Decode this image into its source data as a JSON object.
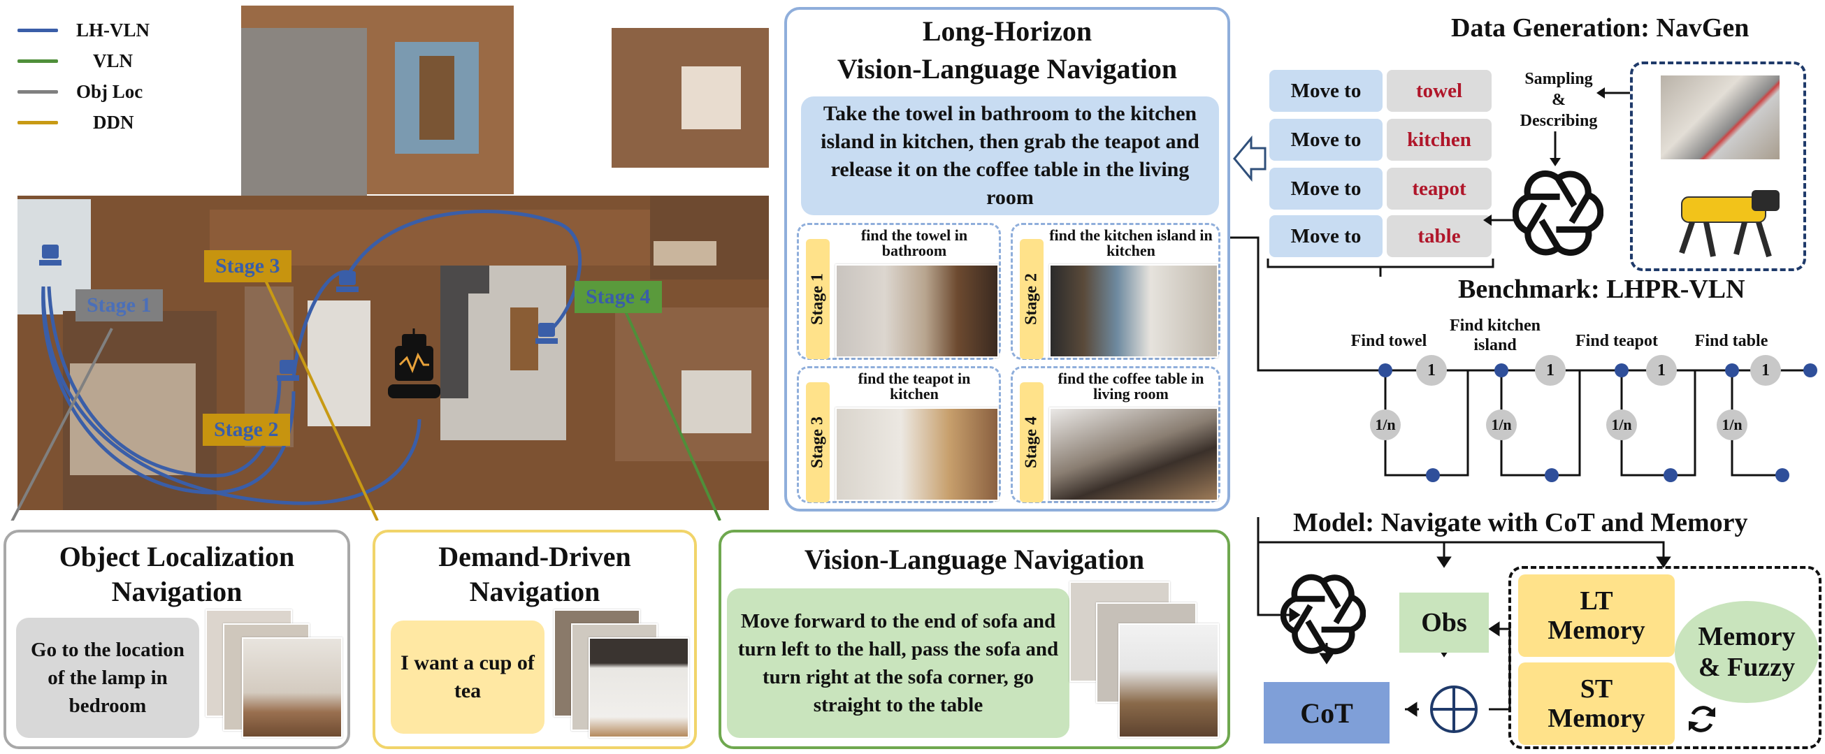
{
  "legend": [
    {
      "label": "LH-VLN",
      "color": "#3a5ea8"
    },
    {
      "label": "VLN",
      "color": "#4f8f3a"
    },
    {
      "label": "Obj Loc",
      "color": "#808080"
    },
    {
      "label": "DDN",
      "color": "#c89a14"
    }
  ],
  "stages": {
    "s1": "Stage 1",
    "s2": "Stage 2",
    "s3": "Stage 3",
    "s4": "Stage 4"
  },
  "lhvln": {
    "title_line1": "Long-Horizon",
    "title_line2": "Vision-Language Navigation",
    "instruction": "Take the towel in bathroom to the kitchen island in kitchen, then grab the teapot and release it on the coffee table in the living room",
    "substages": [
      {
        "label": "Stage 1",
        "caption": "find the towel in bathroom"
      },
      {
        "label": "Stage 2",
        "caption": "find the kitchen island in kitchen"
      },
      {
        "label": "Stage 3",
        "caption": "find the teapot in kitchen"
      },
      {
        "label": "Stage 4",
        "caption": "find the coffee table in living room"
      }
    ]
  },
  "objloc": {
    "title_line1": "Object Localization",
    "title_line2": "Navigation",
    "instruction": "Go to the location of the lamp in bedroom"
  },
  "ddn": {
    "title_line1": "Demand-Driven",
    "title_line2": "Navigation",
    "instruction": "I want a cup of tea"
  },
  "vln": {
    "title": "Vision-Language Navigation",
    "instruction": "Move forward to the end of sofa and turn left to the hall, pass the sofa and turn right at the sofa corner, go straight to the table"
  },
  "navgen": {
    "title": "Data Generation: NavGen",
    "sampling_line1": "Sampling",
    "sampling_line2": "&",
    "sampling_line3": "Describing",
    "moves": [
      {
        "verb": "Move to",
        "target": "towel"
      },
      {
        "verb": "Move to",
        "target": "kitchen"
      },
      {
        "verb": "Move to",
        "target": "teapot"
      },
      {
        "verb": "Move to",
        "target": "table"
      }
    ]
  },
  "benchmark": {
    "title": "Benchmark: LHPR-VLN",
    "nodes": [
      {
        "label_line1": "Find towel",
        "label_line2": ""
      },
      {
        "label_line1": "Find kitchen",
        "label_line2": "island"
      },
      {
        "label_line1": "Find teapot",
        "label_line2": ""
      },
      {
        "label_line1": "Find table",
        "label_line2": ""
      }
    ],
    "weight_one": "1",
    "weight_fraction": "1/n"
  },
  "model": {
    "title": "Model: Navigate with CoT and Memory",
    "cot": "CoT",
    "obs": "Obs",
    "lt_line1": "LT",
    "lt_line2": "Memory",
    "st_line1": "ST",
    "st_line2": "Memory",
    "fuzzy_line1": "Memory",
    "fuzzy_line2": "& Fuzzy"
  },
  "colors": {
    "blue_panel": "#8faedb",
    "blue_fill": "#c8dcf2",
    "green": "#6fa84f",
    "green_fill": "#c9e4bd",
    "yellow": "#f1d46a",
    "yellow_fill": "#ffe8a3",
    "gray": "#a8a8a8",
    "gray_fill": "#d8d8d8",
    "cot_fill": "#7f9fd8",
    "node": "#2f4f9a",
    "node_gray": "#c8c8c8"
  }
}
